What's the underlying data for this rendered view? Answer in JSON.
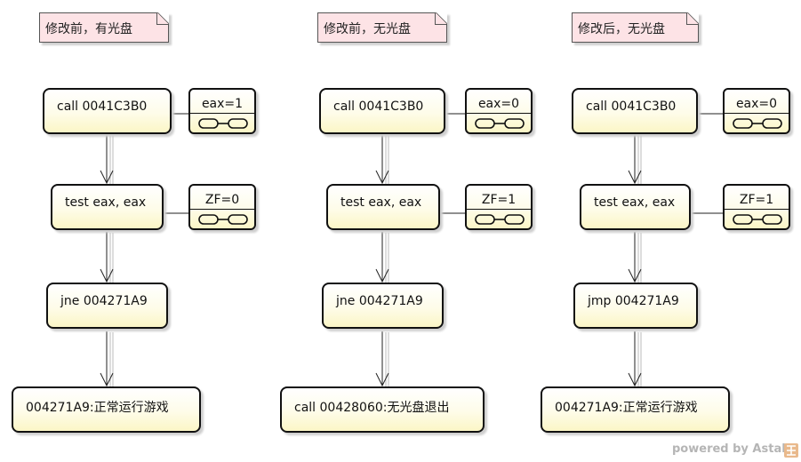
{
  "columns": [
    {
      "note": "修改前，有光盘",
      "actions": [
        "call 0041C3B0",
        "test eax, eax",
        "jne 004271A9",
        "004271A9:正常运行游戏"
      ],
      "objects": [
        "eax=1",
        "ZF=0"
      ]
    },
    {
      "note": "修改前，无光盘",
      "actions": [
        "call 0041C3B0",
        "test eax, eax",
        "jne 004271A9",
        "call 00428060:无光盘退出"
      ],
      "objects": [
        "eax=0",
        "ZF=1"
      ]
    },
    {
      "note": "修改后，无光盘",
      "actions": [
        "call 0041C3B0",
        "test eax, eax",
        "jmp 004271A9",
        "004271A9:正常运行游戏"
      ],
      "objects": [
        "eax=0",
        "ZF=1"
      ]
    }
  ],
  "branding": {
    "text": "powered by Astah",
    "icon": "astah-logo-icon"
  },
  "colors": {
    "action_fill": "#fbf6c6",
    "note_fill": "#fde3e6",
    "stroke": "#111111",
    "branding": "#b5b5b5"
  }
}
